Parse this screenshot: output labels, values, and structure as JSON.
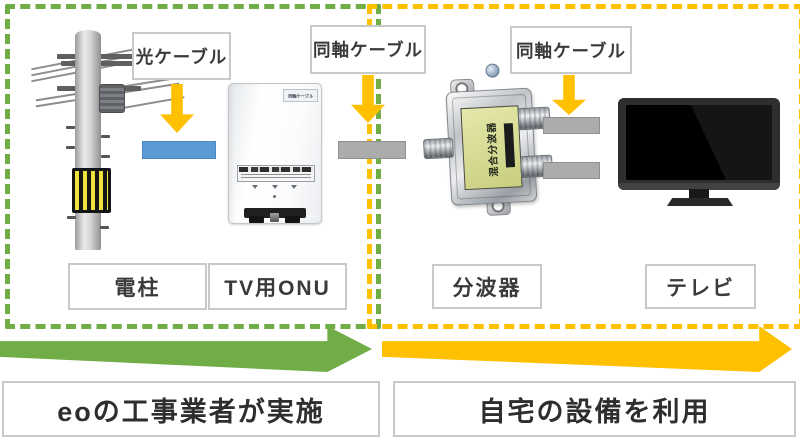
{
  "zones": {
    "eo": {
      "cable_label": "光ケーブル",
      "captions": {
        "pole": "電柱",
        "onu": "TV用ONU"
      }
    },
    "home": {
      "cable_label_1": "同軸ケーブル",
      "cable_label_2": "同軸ケーブル",
      "captions": {
        "splitter": "分波器",
        "tv": "テレビ"
      }
    }
  },
  "devices": {
    "onu_sticker_text": "同軸ケーブル",
    "splitter_label": "混合分波器"
  },
  "phases": {
    "eo": {
      "label": "eoの工事業者が実施"
    },
    "home": {
      "label": "自宅の設備を利用"
    }
  },
  "colors": {
    "green": "#70AD47",
    "yellow": "#FFC000",
    "optical_bar": "#5B9BD5",
    "coax_bar": "#ACACAC",
    "box_border": "#C9C9C9",
    "text": "#333333"
  }
}
